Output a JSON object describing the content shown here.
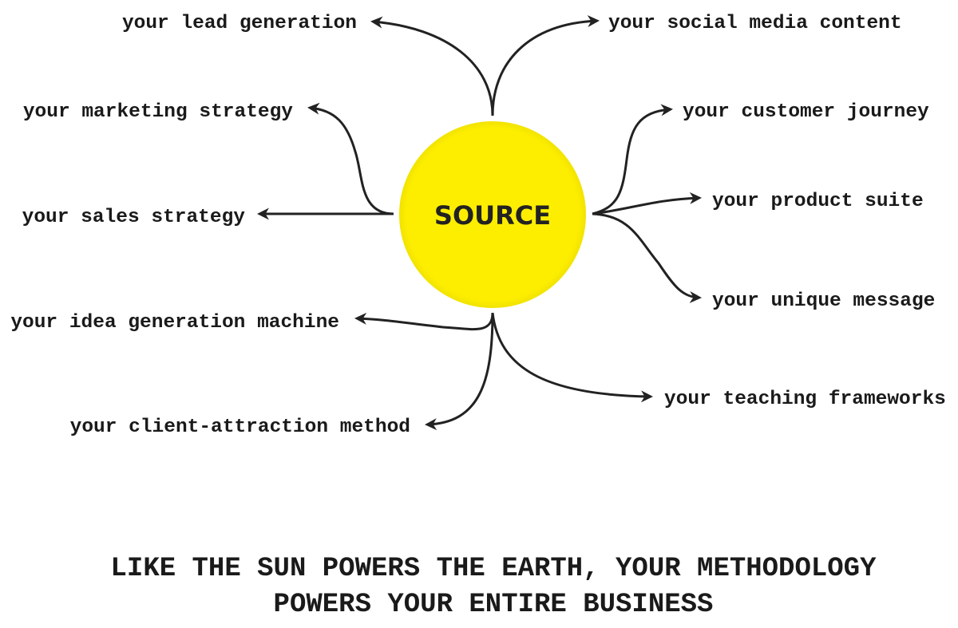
{
  "center": {
    "label": "SOURCE",
    "color": "#FDEE00"
  },
  "branches_left": [
    "your lead generation",
    "your marketing strategy",
    "your sales strategy",
    "your idea generation machine",
    "your client-attraction method"
  ],
  "branches_right": [
    "your social media content",
    "your customer journey",
    "your product suite",
    "your unique message",
    "your teaching frameworks"
  ],
  "caption": {
    "line1": "LIKE THE SUN POWERS THE EARTH, YOUR METHODOLOGY",
    "line2": "POWERS YOUR ENTIRE BUSINESS"
  }
}
